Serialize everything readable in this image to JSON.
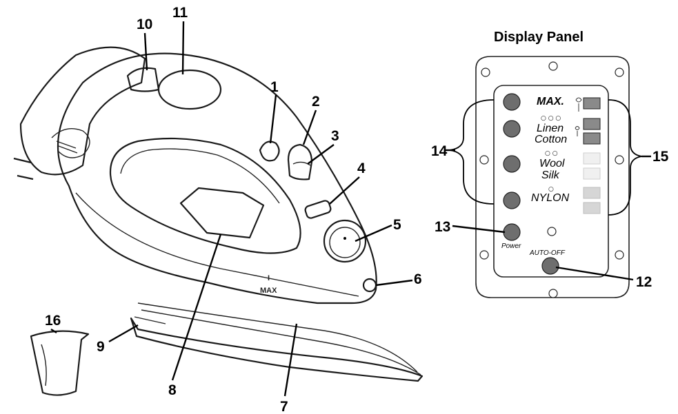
{
  "title": "Display Panel",
  "callouts": [
    "1",
    "2",
    "3",
    "4",
    "5",
    "6",
    "7",
    "8",
    "9",
    "10",
    "11",
    "12",
    "13",
    "14",
    "15",
    "16"
  ],
  "iron_markings": {
    "steam_symbol": "I",
    "max": "MAX"
  },
  "panel": {
    "settings": [
      {
        "line1": "MAX.",
        "line2": "",
        "dots": ""
      },
      {
        "line1": "Linen",
        "line2": "Cotton",
        "dots": "○ ○ ○"
      },
      {
        "line1": "Wool",
        "line2": "Silk",
        "dots": "○ ○"
      },
      {
        "line1": "NYLON",
        "line2": "",
        "dots": "○"
      }
    ],
    "power_label": "Power",
    "auto_off_label": "AUTO-OFF"
  },
  "colors": {
    "button": "#6e6e6e",
    "indicator_dark": "#8a8a8a",
    "indicator_mid": "#a8a8a8",
    "indicator_light": "#f0f0f0",
    "ink": "#000000"
  }
}
